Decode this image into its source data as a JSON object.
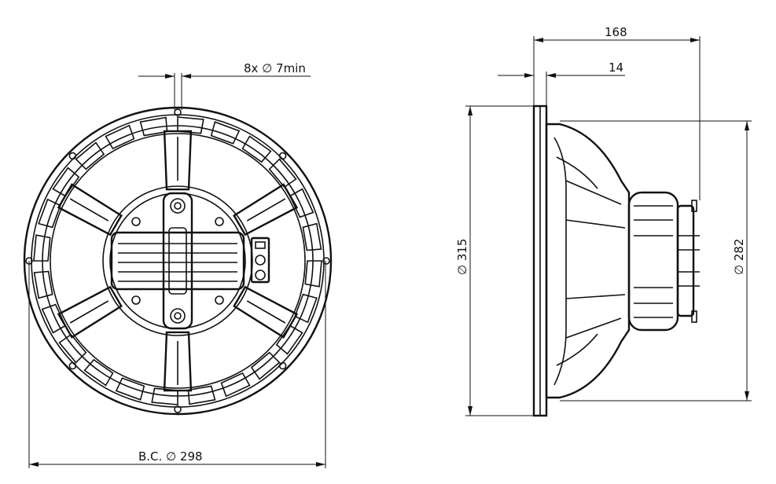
{
  "front_view": {
    "hole_label": "8x ∅ 7min",
    "bolt_circle_label": "B.C. ∅ 298"
  },
  "side_view": {
    "depth_label": "168",
    "flange_label": "14",
    "outer_dia_label": "∅ 315",
    "cutout_dia_label": "∅ 282"
  }
}
